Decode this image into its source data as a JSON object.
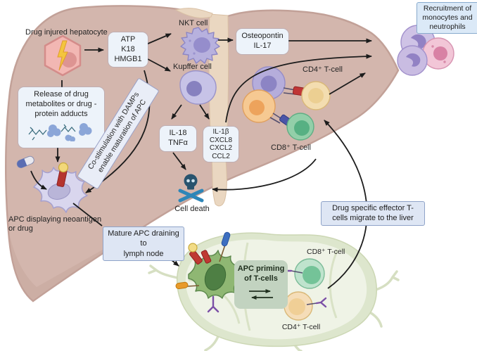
{
  "colors": {
    "liver": "#d3b6ad",
    "liver_edge": "#c2a198",
    "ligament": "#ead7c1",
    "lymph_node_ring": "#dde6cd",
    "lymph_node_inner": "#eff3e6",
    "info_box_bg": "#edf3fa",
    "callout_bg": "#dee6f4",
    "callout_border": "#8fa3c8",
    "recruit_bg": "#dbe9f7",
    "recruit_border": "#88aacd",
    "priming_box_bg": "#c2d3c0",
    "arrow": "#1c1c1c",
    "skull_blue": "#2e86b8"
  },
  "labels": {
    "drug_injured_hepatocyte": "Drug injured hepatocyte",
    "nkt_cell": "NKT cell",
    "kupffer_cell": "Kupffer cell",
    "cd4_t_cell_liver": "CD4⁺ T-cell",
    "cd8_t_cell_liver": "CD8⁺ T-cell",
    "apc_neoantigen_line1": "APC displaying neoantigen",
    "apc_neoantigen_line2": "or drug",
    "cell_death": "Cell death",
    "cd8_t_cell_node": "CD8⁺ T-cell",
    "cd4_t_cell_node": "CD4⁺ T-cell"
  },
  "boxes": {
    "damps": [
      "ATP",
      "K18",
      "HMGB1"
    ],
    "osteopontin": [
      "Osteopontin",
      "IL-17"
    ],
    "recruitment": [
      "Recruitment of",
      "monocytes and",
      "neutrophils"
    ],
    "release": [
      "Release of drug",
      "metabolites or drug -",
      "protein adducts"
    ],
    "costimulation": [
      "Co-stimulation with DAMPs",
      "enable maturation of APC"
    ],
    "il18": [
      "IL-18",
      "TNFα"
    ],
    "il1b": [
      "IL-1β",
      "CXCL8",
      "CXCL2",
      "CCL2"
    ],
    "mature_apc": [
      "Mature APC draining to",
      "lymph node"
    ],
    "drug_specific": [
      "Drug specific effector T-",
      "cells migrate to the liver"
    ],
    "apc_priming": [
      "APC priming",
      "of T-cells"
    ]
  },
  "icons": {
    "cell_death": "skull-crossbones-icon",
    "injury": "lightning-bolt-icon",
    "drug": "pill-capsule-icon"
  }
}
